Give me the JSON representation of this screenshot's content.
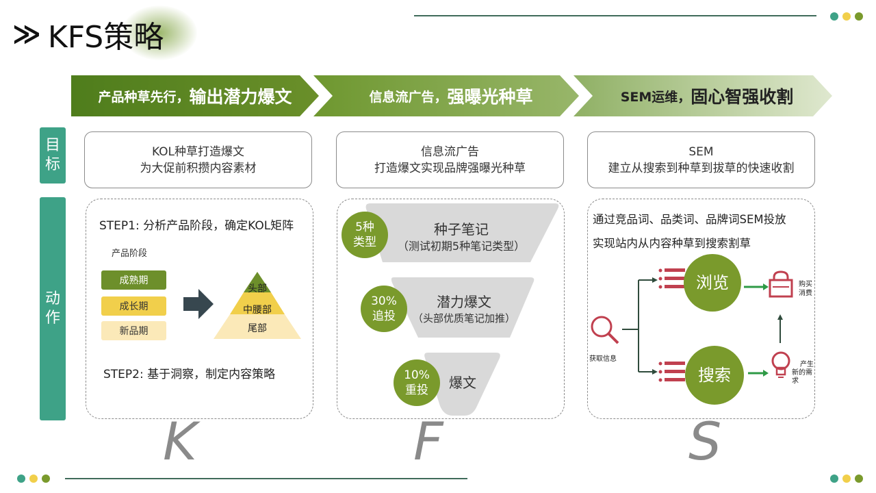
{
  "header": {
    "chevron": "≫",
    "title": "KFS策略"
  },
  "colors": {
    "dark_green": "#5b8520",
    "olive": "#7a9a2c",
    "teal": "#3ea287",
    "gold": "#f1cf4b",
    "pale_gold": "#fbe9b8",
    "red_icon": "#c0404f"
  },
  "banners": [
    {
      "small": "产品种草先行，",
      "big": "输出潜力爆文"
    },
    {
      "small": "信息流广告，",
      "big": "强曝光种草"
    },
    {
      "small": "SEM运维，",
      "big": "固心智强收割"
    }
  ],
  "sidebar": {
    "goal": [
      "目",
      "标"
    ],
    "action": [
      "动",
      "作"
    ]
  },
  "goals": [
    {
      "line1": "KOL种草打造爆文",
      "line2": "为大促前积攒内容素材"
    },
    {
      "line1": "信息流广告",
      "line2": "打造爆文实现品牌强曝光种草"
    },
    {
      "line1": "SEM",
      "line2": "建立从搜索到种草到拔草的快速收割"
    }
  ],
  "k_panel": {
    "step1": "STEP1: 分析产品阶段，确定KOL矩阵",
    "stage_heading": "产品阶段",
    "stages": [
      "成熟期",
      "成长期",
      "新品期"
    ],
    "pyramid": [
      "头部",
      "中腰部",
      "尾部"
    ],
    "step2": "STEP2: 基于洞察，制定内容策略"
  },
  "f_panel": {
    "tiers": [
      {
        "badge1": "5种",
        "badge2": "类型",
        "title": "种子笔记",
        "sub": "（测试初期5种笔记类型）"
      },
      {
        "badge1": "30%",
        "badge2": "追投",
        "title": "潜力爆文",
        "sub": "（头部优质笔记加推）"
      },
      {
        "badge1": "10%",
        "badge2": "重投",
        "title": "爆文",
        "sub": ""
      }
    ]
  },
  "s_panel": {
    "line1": "通过竞品词、品类词、品牌词SEM投放",
    "line2": "实现站内从内容种草到搜索割草",
    "get_info": "获取信息",
    "browse": "浏览",
    "search": "搜索",
    "buy_1": "购买",
    "buy_2": "消费",
    "need_1": "产生",
    "need_2": "新的需求"
  },
  "letters": [
    "K",
    "F",
    "S"
  ]
}
